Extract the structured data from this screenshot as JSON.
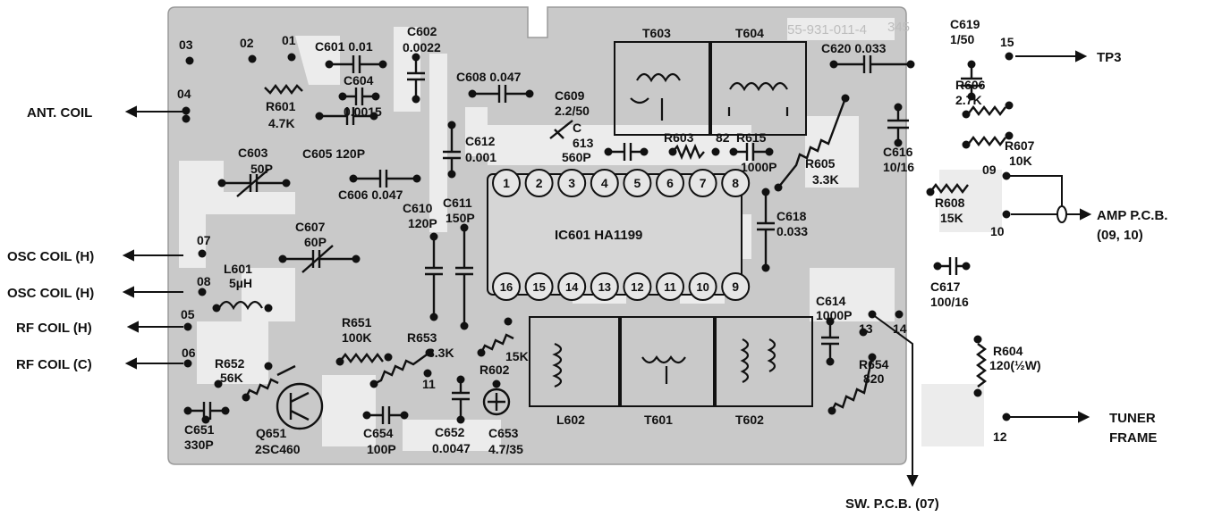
{
  "pcb_number": "55-931-011-4",
  "pcb_suffix": "345",
  "external_labels": {
    "ant_coil": "ANT. COIL",
    "osc_coil_h1": "OSC COIL (H)",
    "osc_coil_h2": "OSC COIL (H)",
    "rf_coil_h": "RF COIL (H)",
    "rf_coil_c": "RF COIL (C)",
    "tp3": "TP3",
    "amp_pcb": "AMP P.C.B.",
    "amp_pcb_pins": "(09, 10)",
    "tuner": "TUNER",
    "frame": "FRAME",
    "sw_pcb": "SW. P.C.B. (07)"
  },
  "terminals": {
    "t01": "01",
    "t02": "02",
    "t03": "03",
    "t04": "04",
    "t05": "05",
    "t06": "06",
    "t07": "07",
    "t08": "08",
    "t09": "09",
    "t10": "10",
    "t11": "11",
    "t12": "12",
    "t13": "13",
    "t14": "14",
    "t15": "15"
  },
  "components": {
    "c601": "C601 0.01",
    "c602": "C602",
    "c602_val": "0.0022",
    "c604": "C604",
    "c604_val": "0.0015",
    "r601": "R601",
    "r601_val": "4.7K",
    "c605": "C605 120P",
    "c603": "C603",
    "c603_val": "50P",
    "c606": "C606 0.047",
    "c607": "C607",
    "c607_val": "60P",
    "l601": "L601",
    "l601_val": "5µH",
    "c608": "C608 0.047",
    "c609": "C609",
    "c609_val": "2.2/50",
    "c613_c": "C",
    "c613": "613",
    "c613_val": "560P",
    "c612": "C612",
    "c612_val": "0.001",
    "c610": "C610",
    "c610_val": "120P",
    "c611": "C611",
    "c611_val": "150P",
    "r603": "R603",
    "r603_val": "82",
    "r615": "R615",
    "r615_val": "1000P",
    "t603": "T603",
    "t604": "T604",
    "r605": "R605",
    "r605_val": "3.3K",
    "c620": "C620 0.033",
    "c619": "C619",
    "c619_val": "1/50",
    "r606": "R606",
    "r606_val": "2.7K",
    "c616": "C616",
    "c616_val": "10/16",
    "r607": "R607",
    "r607_val": "10K",
    "r608": "R608",
    "r608_val": "15K",
    "c618": "C618",
    "c618_val": "0.033",
    "ic601": "IC601 HA1199",
    "c617": "C617",
    "c617_val": "100/16",
    "c614": "C614",
    "c614_val": "1000P",
    "r654": "R654",
    "r654_val": "820",
    "r604": "R604",
    "r604_val": "120(½W)",
    "r651": "R651",
    "r651_val": "100K",
    "r653": "R653",
    "r653_val": "3.3K",
    "r602_val": "15K",
    "r602": "R602",
    "r652": "R652",
    "r652_val": "56K",
    "c651": "C651",
    "c651_val": "330P",
    "q651": "Q651",
    "q651_val": "2SC460",
    "c654": "C654",
    "c654_val": "100P",
    "c652": "C652",
    "c652_val": "0.0047",
    "c653": "C653",
    "c653_val": "4.7/35",
    "l602": "L602",
    "t601": "T601",
    "t602": "T602"
  },
  "ic_pins_top": [
    "1",
    "2",
    "3",
    "4",
    "5",
    "6",
    "7",
    "8"
  ],
  "ic_pins_bottom": [
    "16",
    "15",
    "14",
    "13",
    "12",
    "11",
    "10",
    "9"
  ],
  "colors": {
    "board": "#c9c9c9",
    "foil": "#e9e9e9",
    "ink": "#111111"
  }
}
